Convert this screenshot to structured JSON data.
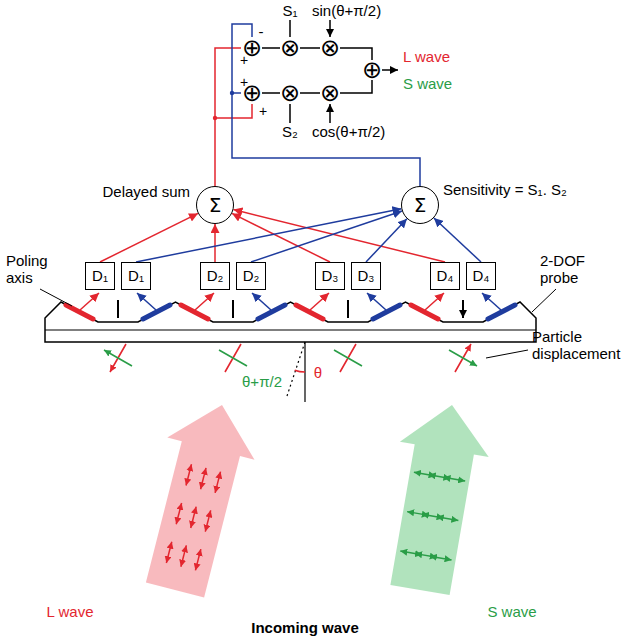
{
  "diagram": {
    "nodes": [
      {
        "text": [
          "Σ"
        ]
      },
      {
        "text": [
          "Σ"
        ]
      },
      {
        "text": [
          "D₁"
        ]
      },
      {
        "text": [
          "D₁"
        ]
      },
      {
        "text": [
          "D₂"
        ]
      },
      {
        "text": [
          "D₂"
        ]
      },
      {
        "text": [
          "D₃"
        ]
      },
      {
        "text": [
          "D₃"
        ]
      },
      {
        "text": [
          "D₄"
        ]
      },
      {
        "text": [
          "D₄"
        ]
      }
    ],
    "edges": [
      {
        "from": 2,
        "to": 0,
        "arrow": "to"
      },
      {
        "from": 4,
        "to": 0,
        "arrow": "to"
      },
      {
        "from": 6,
        "to": 0,
        "arrow": "to"
      },
      {
        "from": 8,
        "to": 0,
        "arrow": "to"
      },
      {
        "from": 3,
        "to": 1,
        "arrow": "to"
      },
      {
        "from": 5,
        "to": 1,
        "arrow": "to"
      },
      {
        "from": 7,
        "to": 1,
        "arrow": "to"
      },
      {
        "from": 9,
        "to": 1,
        "arrow": "to"
      }
    ],
    "labels": [
      "S₁",
      "sin(θ+π/2)",
      "-",
      "+",
      "+",
      "+",
      "⊕",
      "⊕",
      "⊗",
      "⊗",
      "⊗",
      "⊗",
      "⊕",
      "L wave",
      "S wave",
      "S₂",
      "cos(θ+π/2)",
      "Delayed sum",
      "Sensitivity = S₁. S₂",
      "Poling axis",
      "2-DOF probe",
      "Particle displacement",
      "θ",
      "θ+π/2",
      "L wave",
      "S wave",
      "Incoming wave"
    ]
  }
}
